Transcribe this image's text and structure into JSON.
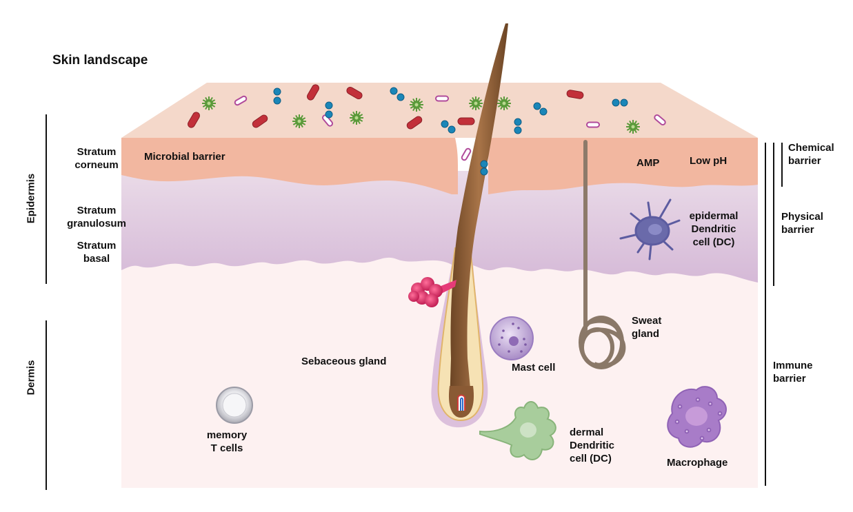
{
  "title": "Skin landscape",
  "side_labels": {
    "epidermis": "Epidermis",
    "dermis": "Dermis"
  },
  "layers": {
    "stratum_corneum": [
      "Stratum",
      "corneum"
    ],
    "stratum_granulosum": [
      "Stratum",
      "granulosum"
    ],
    "stratum_basal": [
      "Stratum",
      "basal"
    ]
  },
  "barriers": {
    "chemical": [
      "Chemical",
      "barrier"
    ],
    "physical": [
      "Physical",
      "barrier"
    ],
    "immune": [
      "Immune",
      "barrier"
    ]
  },
  "annotations": {
    "microbial_barrier": "Microbial barrier",
    "amp": "AMP",
    "low_ph": "Low pH",
    "epidermal_dc": [
      "epidermal",
      "Dendritic",
      "cell (DC)"
    ],
    "sweat_gland": [
      "Sweat",
      "gland"
    ],
    "sebaceous_gland": "Sebaceous gland",
    "mast_cell": "Mast cell",
    "memory_t_cells": [
      "memory",
      "T cells"
    ],
    "dermal_dc": [
      "dermal",
      "Dendritic",
      "cell (DC)"
    ],
    "macrophage": "Macrophage"
  },
  "colors": {
    "surface": "#f3d6c8",
    "stratum_corneum": "#f2b9a0",
    "epidermis_upper": "#e8d3e2",
    "epidermis_lower": "#d8bcd8",
    "dermis": "#fdf2f2",
    "hair": "#8a5a34",
    "bacteria_rod": "#c2303a",
    "bacteria_cocci": "#1a86b8",
    "virus": "#5a9a3a",
    "pill": "#b04a9a",
    "sebaceous": "#e0356e",
    "epidermal_dc": "#6a6aa8",
    "mast_cell": "#b59ad2",
    "t_cell": "#cccccc",
    "dermal_dc": "#9fc493",
    "macrophage": "#a477c6",
    "sweat_gland": "#8a7868"
  }
}
